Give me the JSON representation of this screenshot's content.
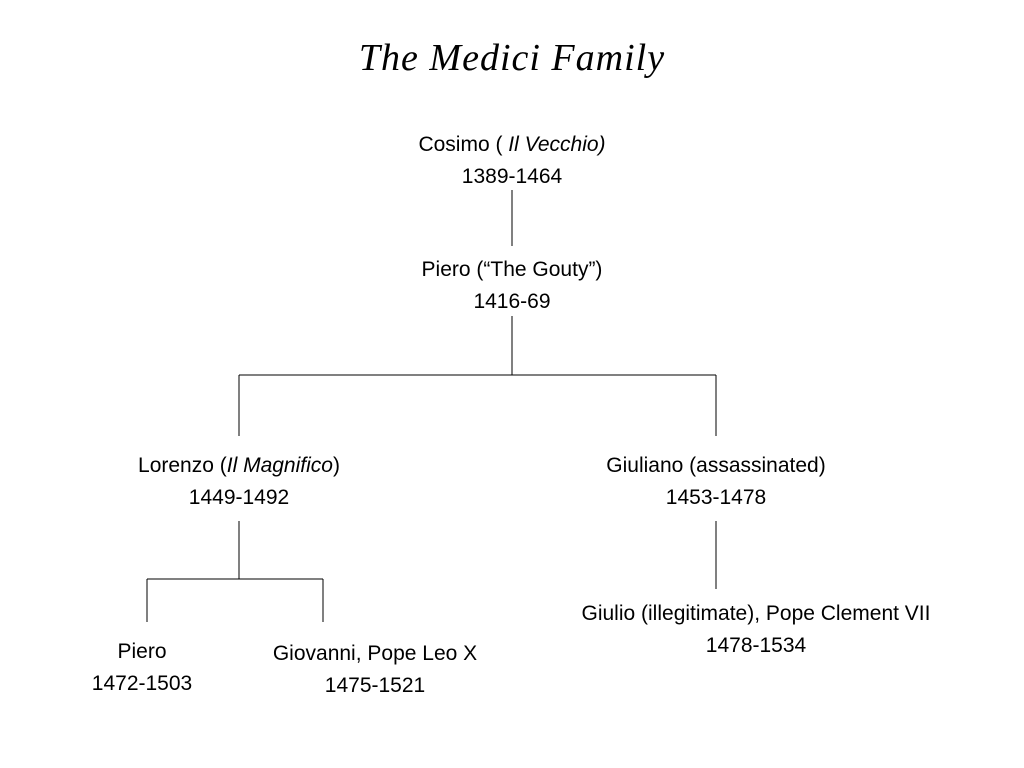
{
  "title": "The Medici Family",
  "people": {
    "cosimo": {
      "name_prefix": "Cosimo ( ",
      "epithet": "Il Vecchio)",
      "name_suffix": "",
      "years": "1389-1464"
    },
    "piero_gouty": {
      "name": "Piero (“The Gouty”)",
      "years": "1416-69"
    },
    "lorenzo": {
      "name_prefix": "Lorenzo (",
      "epithet": "Il Magnifico",
      "name_suffix": ")",
      "years": "1449-1492"
    },
    "giuliano": {
      "name": "Giuliano (assassinated)",
      "years": "1453-1478"
    },
    "piero_younger": {
      "name": "Piero",
      "years": "1472-1503"
    },
    "giovanni": {
      "name": "Giovanni, Pope Leo X",
      "years": "1475-1521"
    },
    "giulio": {
      "name": "Giulio (illegitimate), Pope Clement VII",
      "years": "1478-1534"
    }
  }
}
